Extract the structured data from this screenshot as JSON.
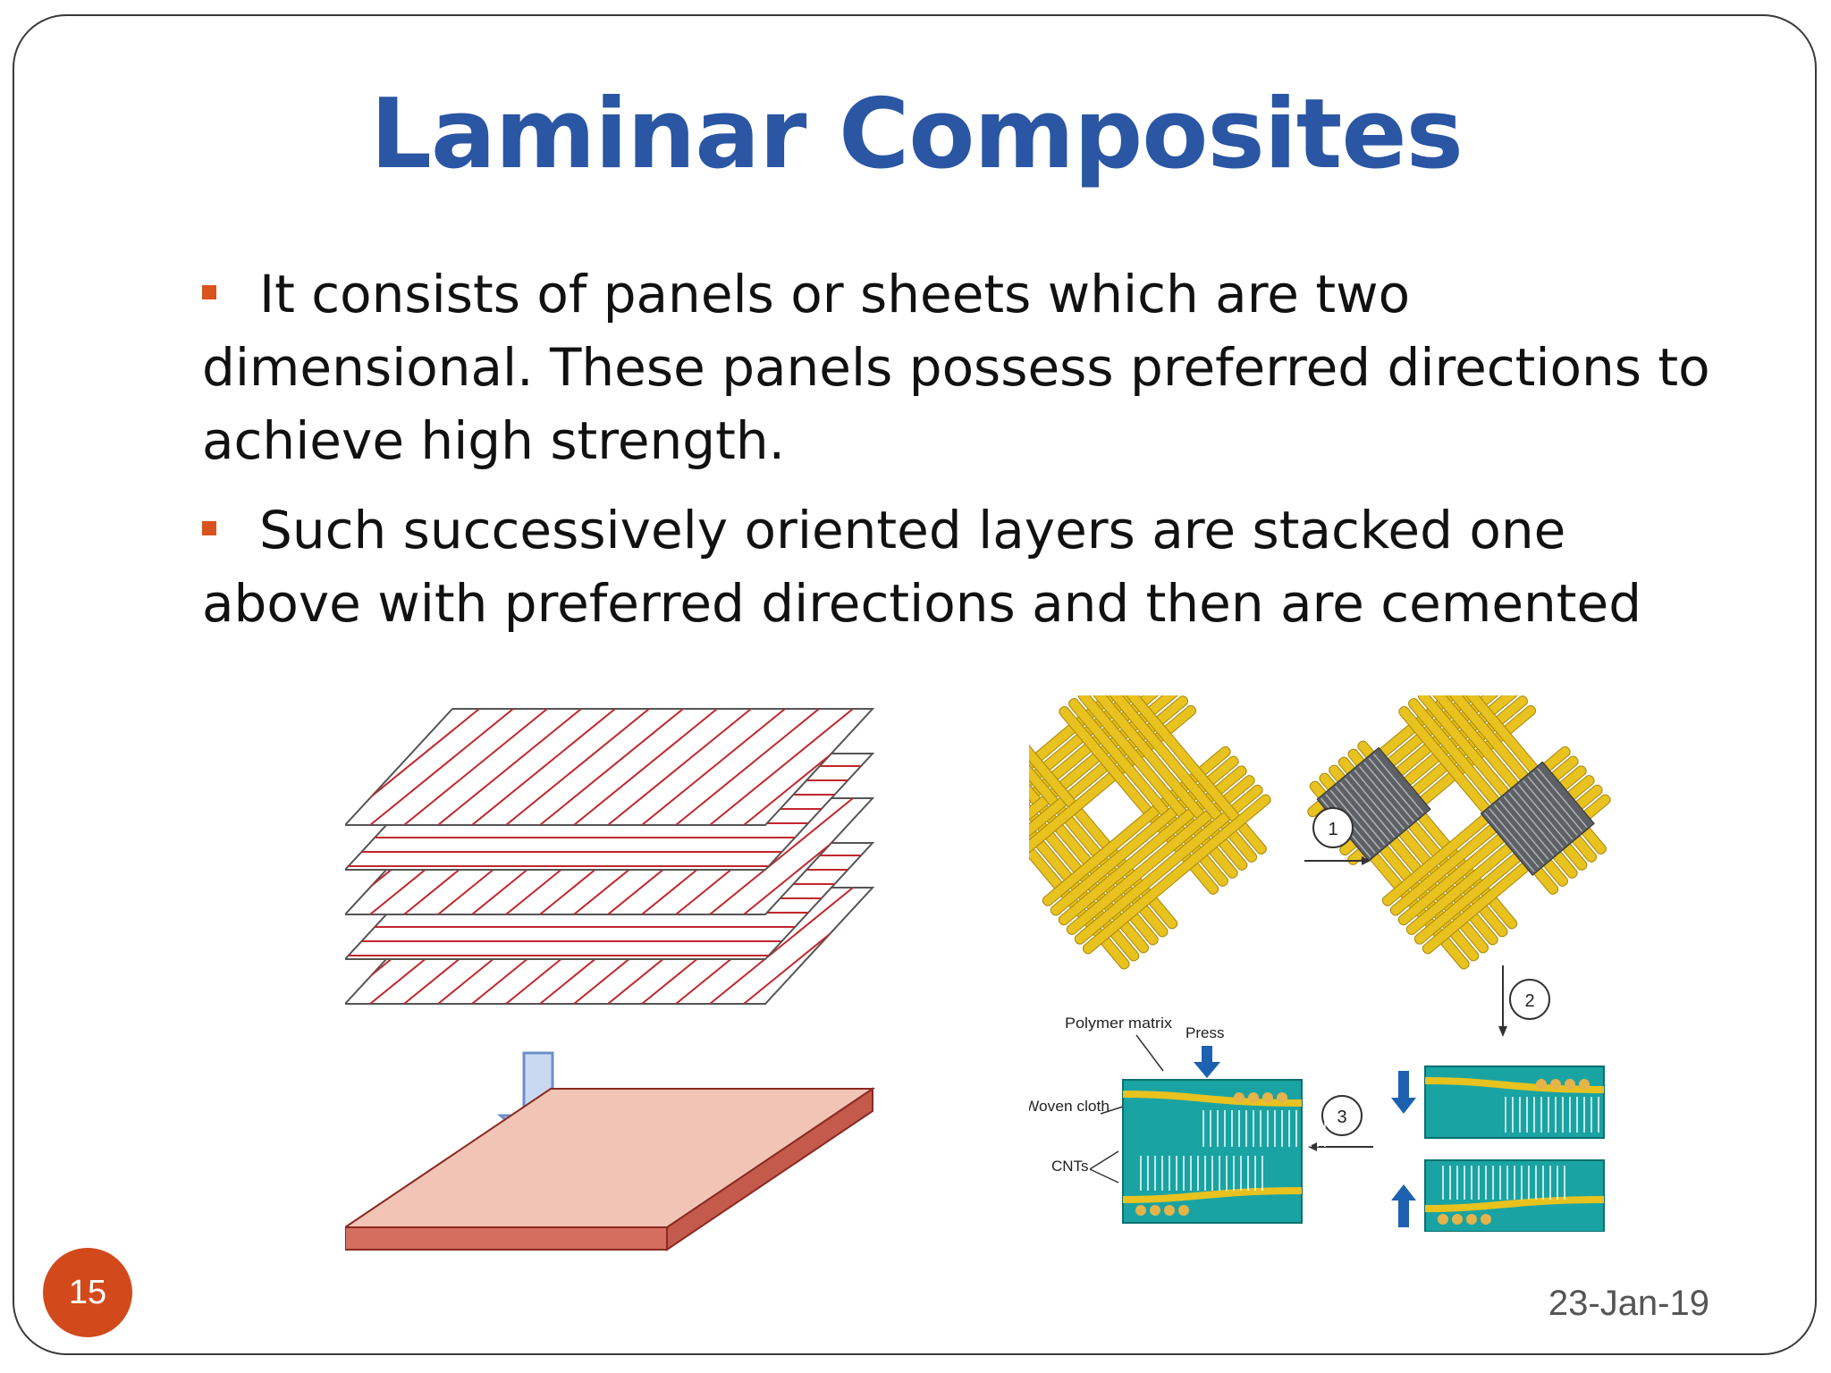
{
  "slide": {
    "title": "Laminar Composites",
    "bullets": [
      "It consists of panels or sheets which are two dimensional. These panels possess preferred directions to achieve high strength.",
      "Such successively oriented layers are stacked one above with preferred directions and then are cemented"
    ],
    "footer": {
      "page_number": "15",
      "date": "23-Jan-19"
    }
  },
  "figure_right": {
    "step_labels": [
      "1",
      "2",
      "3"
    ],
    "labels": {
      "polymer_matrix": "Polymer matrix",
      "press": "Press",
      "woven_cloth": "Woven cloth",
      "cnts": "CNTs"
    }
  },
  "colors": {
    "title": "#2a56a3",
    "bullet_marker": "#d9531e",
    "badge": "#d24a1c",
    "layer_stripe": "#c0272d",
    "laminate_top": "#f2c4b6",
    "laminate_side": "#d46f5f",
    "arrow_fill": "#c9d9f2",
    "fiber": "#e8c21f",
    "cloth_bg": "#1aa3a3"
  }
}
